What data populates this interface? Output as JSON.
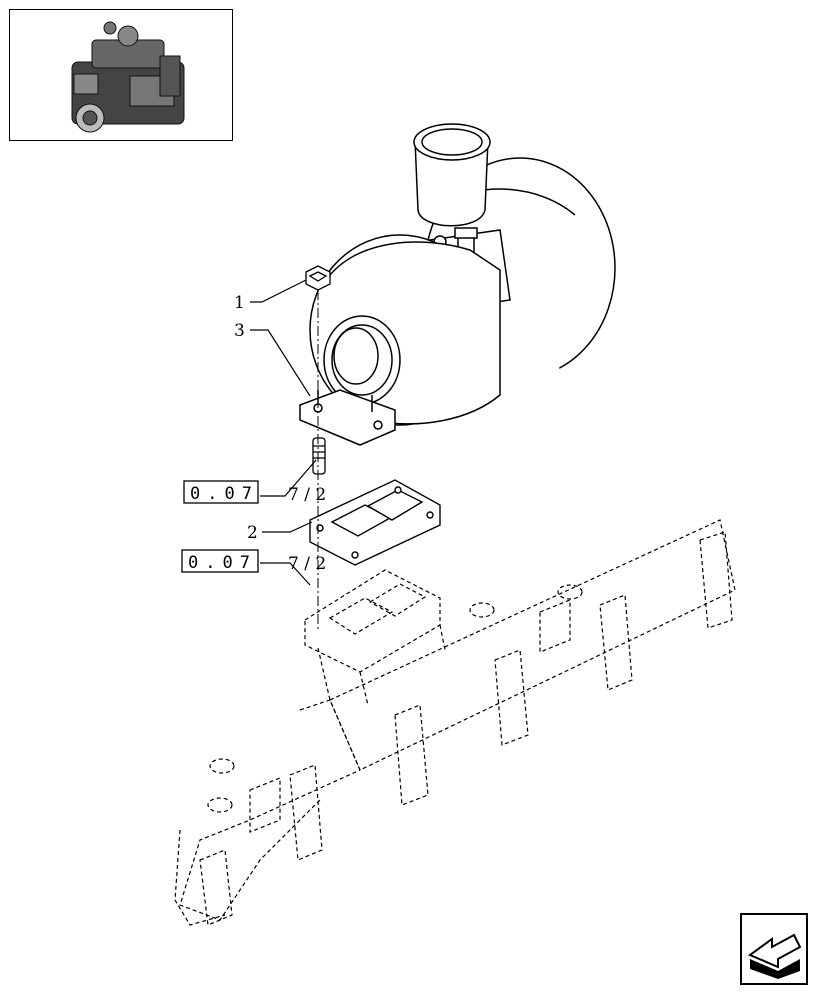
{
  "callouts": [
    {
      "id": "c1",
      "label": "1"
    },
    {
      "id": "c3",
      "label": "3"
    },
    {
      "id": "c2",
      "label": "2"
    }
  ],
  "references": [
    {
      "id": "r1",
      "box": "0.07",
      "suffix": "7 / 2"
    },
    {
      "id": "r2",
      "box": "0.07",
      "suffix": "7 / 2"
    }
  ],
  "thumbnail": {
    "icon": "engine-thumbnail-icon"
  },
  "nav": {
    "icon": "navigate-arrow-icon"
  }
}
